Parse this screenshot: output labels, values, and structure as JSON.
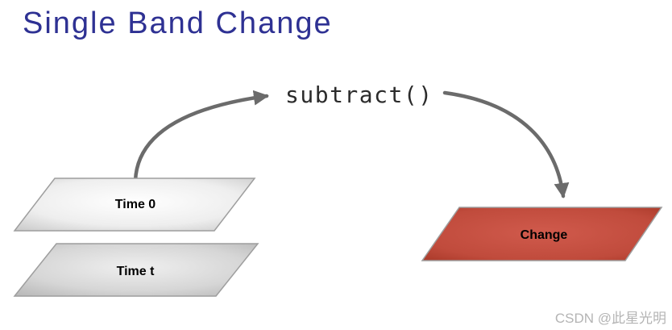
{
  "title": "Single Band Change",
  "operation": {
    "label": "subtract()"
  },
  "layers": {
    "time0": {
      "label": "Time 0"
    },
    "time_t": {
      "label": "Time t"
    },
    "change": {
      "label": "Change"
    }
  },
  "watermark": "CSDN @此星光明",
  "colors": {
    "background": "#ffffff",
    "title": "#2e3193",
    "function_text": "#2b2b2b",
    "arrow": "#6b6b6b",
    "layer_border": "#9e9e9e",
    "gray_layer_center": "#ffffff",
    "gray_layer_edge": "#c7c7c7",
    "gray_layer2_center": "#efefef",
    "gray_layer2_edge": "#b5b5b5",
    "change_center": "#d05a4c",
    "change_edge": "#a33524",
    "label_text": "#000000",
    "watermark_text": "#b4b4b4"
  }
}
